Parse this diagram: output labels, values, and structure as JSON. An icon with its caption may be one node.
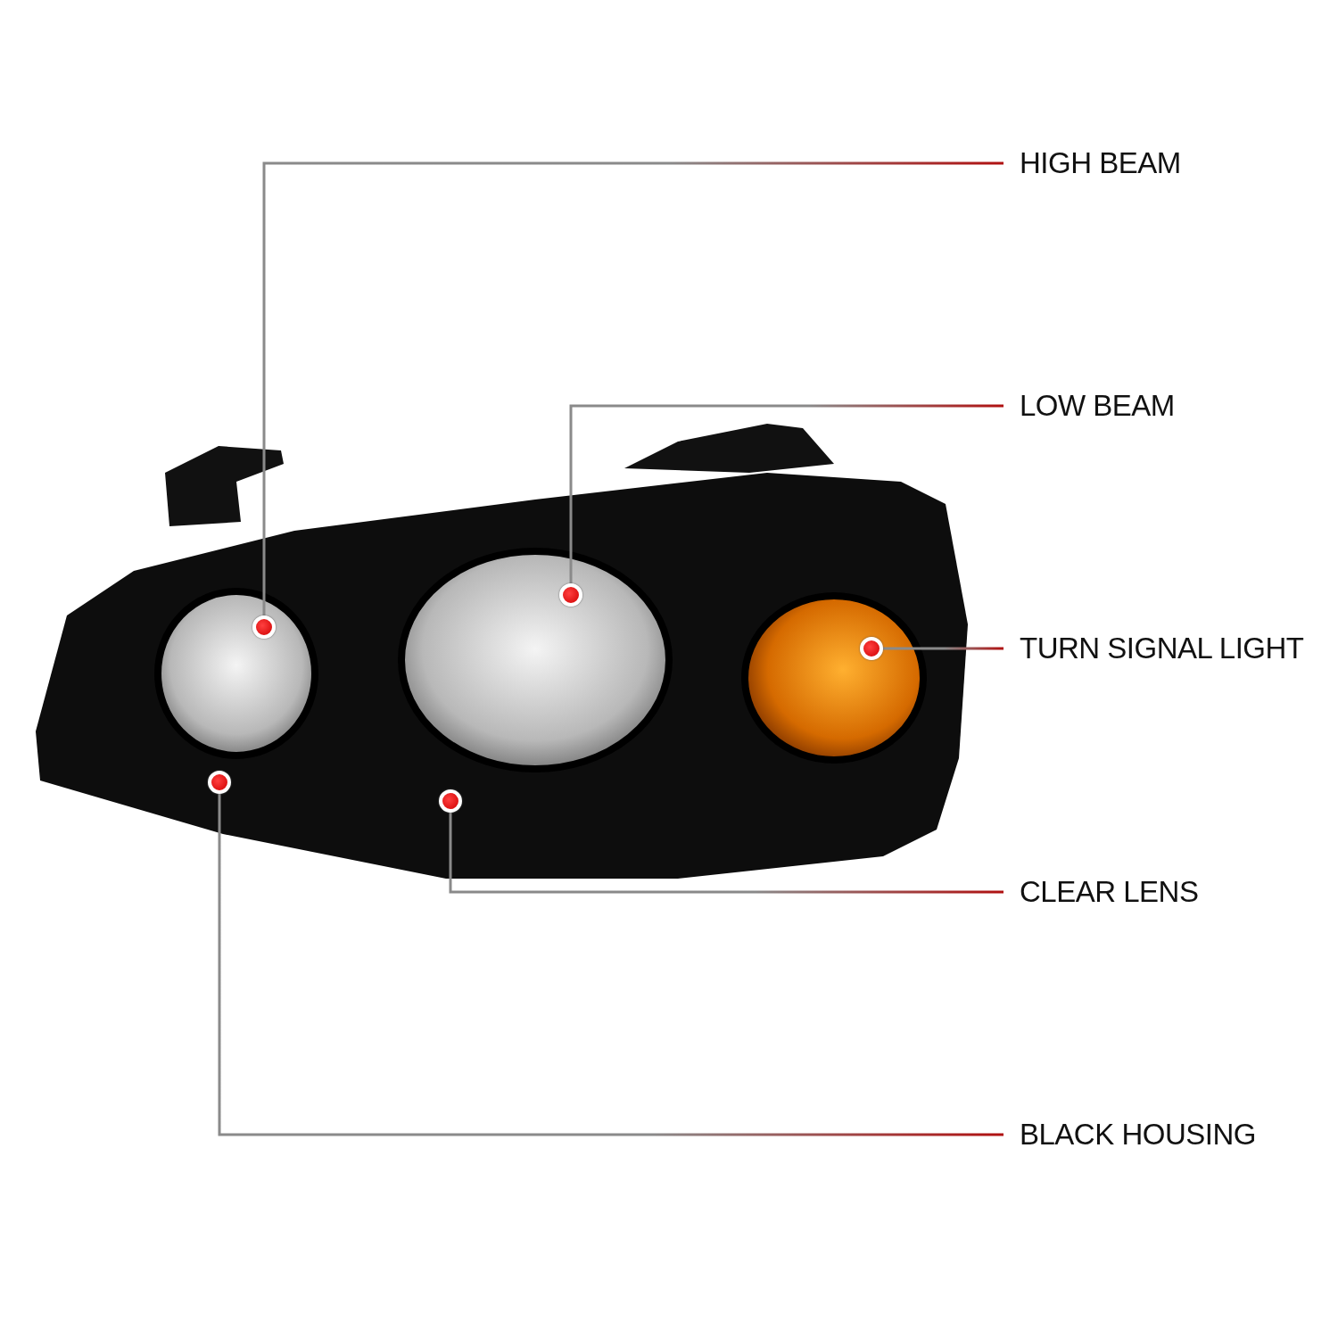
{
  "diagram": {
    "nodes": [
      {
        "text": [
          "HIGH BEAM"
        ]
      },
      {
        "text": [
          "LOW BEAM"
        ]
      },
      {
        "text": [
          "TURN SIGNAL LIGHT"
        ]
      },
      {
        "text": [
          "CLEAR LENS"
        ]
      },
      {
        "text": [
          "BLACK HOUSING"
        ]
      },
      {
        "text": [],
        "shape": "circle"
      },
      {
        "text": [],
        "shape": "circle"
      },
      {
        "text": [],
        "shape": "circle"
      },
      {
        "text": [],
        "shape": "circle"
      },
      {
        "text": [],
        "shape": "circle"
      }
    ],
    "edges": [
      {
        "from": 0,
        "to": 5,
        "arrow": "none"
      },
      {
        "from": 1,
        "to": 6,
        "arrow": "none"
      },
      {
        "from": 2,
        "to": 7,
        "arrow": "none"
      },
      {
        "from": 3,
        "to": 8,
        "arrow": "none"
      },
      {
        "from": 4,
        "to": 9,
        "arrow": "none"
      }
    ]
  }
}
